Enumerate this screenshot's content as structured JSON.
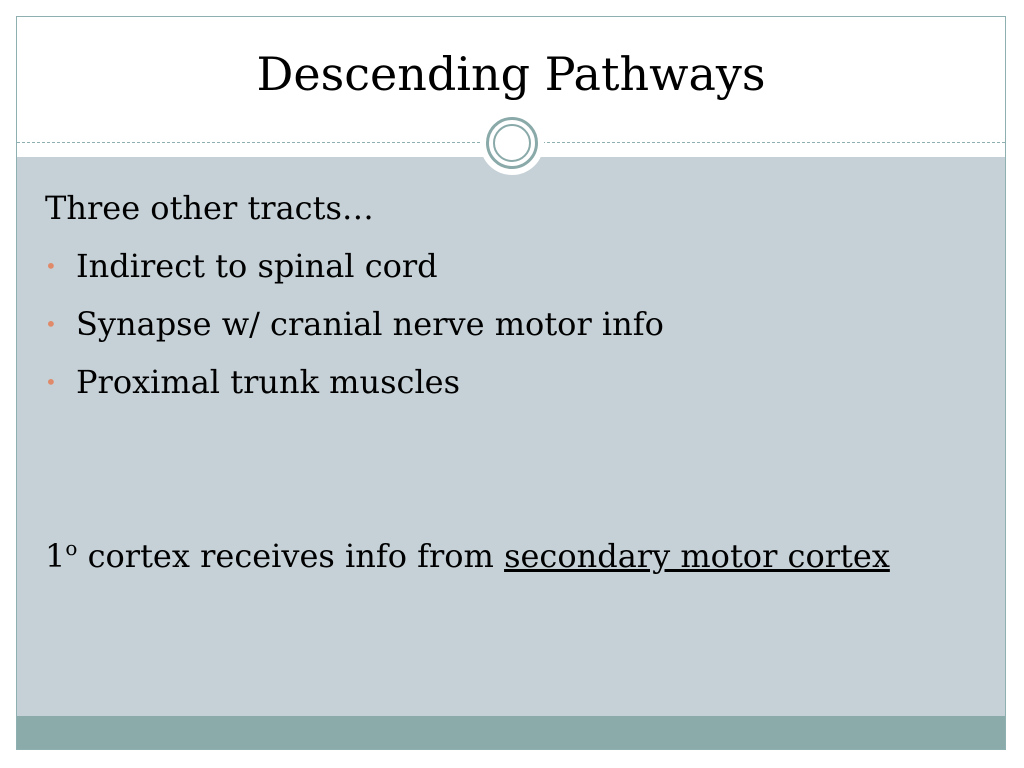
{
  "slide": {
    "title": "Descending Pathways",
    "intro": "Three other tracts…",
    "bullet_char": "•",
    "bullets": [
      "Indirect to spinal cord",
      "Synapse w/ cranial nerve motor info",
      "Proximal trunk muscles"
    ],
    "cortex_line": {
      "number": "1",
      "superscript": "o",
      "text": " cortex receives info from ",
      "underlined": "secondary motor cortex"
    }
  },
  "colors": {
    "background_panel": "#c5d1d7",
    "accent_teal": "#8aabaa",
    "bullet": "#e08a6a"
  }
}
